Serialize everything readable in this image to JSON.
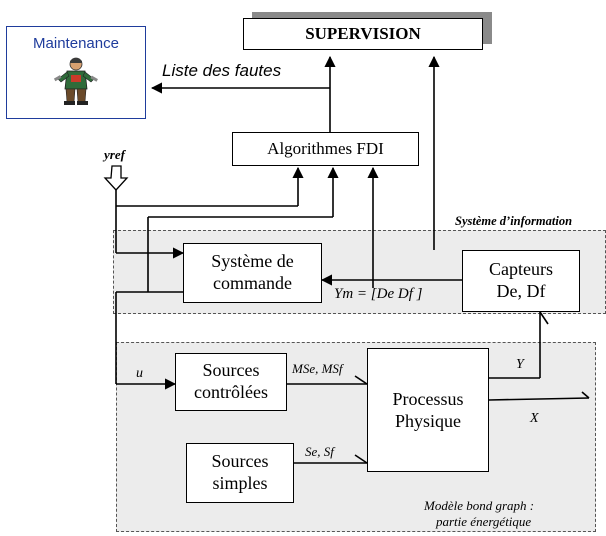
{
  "nodes": {
    "maintenance": "Maintenance",
    "supervision": "SUPERVISION",
    "algorithmes": "Algorithmes FDI",
    "systeme_commande_line1": "Système de",
    "systeme_commande_line2": "commande",
    "capteurs_line1": "Capteurs",
    "capteurs_line2": "De, Df",
    "sources_controlees_line1": "Sources",
    "sources_controlees_line2": "contrôlées",
    "processus_line1": "Processus",
    "processus_line2": "Physique",
    "sources_simples_line1": "Sources",
    "sources_simples_line2": "simples"
  },
  "labels": {
    "liste_fautes": "Liste des fautes",
    "yref": "yref",
    "systeme_information": "Système d’information",
    "ym": "Ym = [De   Df ]",
    "u": "u",
    "mse_msf": "MSe, MSf",
    "se_sf": "Se, Sf",
    "Y": "Y",
    "X": "X",
    "modele_line1": "Modèle bond graph :",
    "modele_line2": "partie énergétique"
  },
  "icons": {
    "maintenance": "mechanic-with-tools-icon"
  },
  "colors": {
    "maintenance_text": "#1f3c9c",
    "maintenance_border": "#1f3c9c",
    "zone_fill": "#ececec",
    "supervision_shadow": "#8a8a8a"
  }
}
